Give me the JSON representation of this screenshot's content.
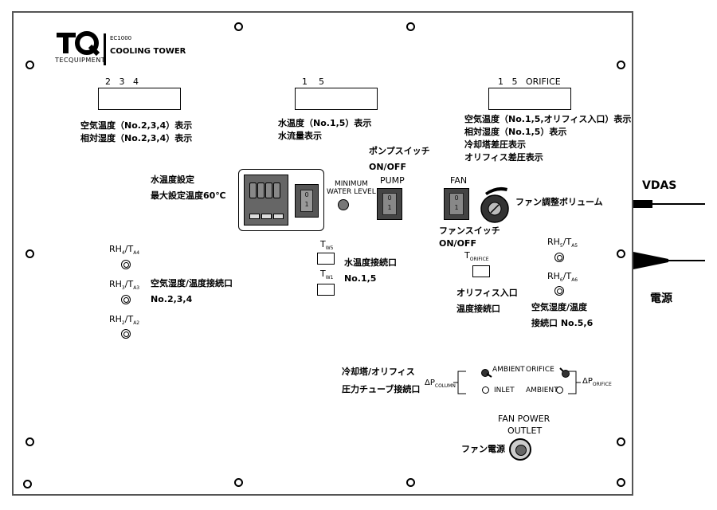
{
  "logo": {
    "brand": "TECQUIPMENT",
    "model": "EC1000",
    "product": "COOLING TOWER"
  },
  "display_left": {
    "numbers": "2   3   4",
    "label_line1": "空気温度（No.2,3,4）表示",
    "label_line2": "相対湿度（No.2,3,4）表示"
  },
  "display_mid": {
    "numbers": "1    5",
    "label_line1": "水温度（No.1,5）表示",
    "label_line2": "水流量表示"
  },
  "display_right": {
    "numbers": "1   5   ORIFICE",
    "label_line1": "空気温度（No.1,5,オリフィス入口）表示",
    "label_line2": "相対湿度（No.1,5）表示",
    "label_line3": "冷却塔差圧表示",
    "label_line4": "オリフィス差圧表示"
  },
  "heater": {
    "label_line1": "水温度設定",
    "label_line2": "最大設定温度60℃"
  },
  "min_water": {
    "line1": "MINIMUM",
    "line2": "WATER LEVEL"
  },
  "pump": {
    "jp_line1": "ポンプスイッチ",
    "jp_line2": "ON/OFF",
    "en": "PUMP",
    "off": "0",
    "on": "1"
  },
  "fan": {
    "en": "FAN",
    "jp_line1": "ファンスイッチ",
    "jp_line2": "ON/OFF",
    "off": "0",
    "on": "1",
    "volume_label": "ファン調整ボリューム"
  },
  "left_sensors": {
    "s4": "RH4/TA4",
    "s3": "RH3/TA3",
    "s2": "RH2/TA2",
    "label_line1": "空気湿度/温度接続口",
    "label_line2": "No.2,3,4"
  },
  "water_ports": {
    "tw5": "TW5",
    "tw1": "TW1",
    "label_line1": "水温度接続口",
    "label_line2": "No.1,5"
  },
  "orifice_port": {
    "t": "TORIFICE",
    "label_line1": "オリフィス入口",
    "label_line2": "温度接続口"
  },
  "right_sensors": {
    "s5": "RH5/TA5",
    "s6": "RH6/TA6",
    "label_line1": "空気湿度/温度",
    "label_line2": "接続口 No.5,6"
  },
  "pressure": {
    "label_line1": "冷却塔/オリフィス",
    "label_line2": "圧力チューブ接続口",
    "dp_column": "ΔPCOLUMN",
    "dp_orifice": "ΔPORIFICE",
    "ambient": "AMBIENT",
    "orifice": "ORIFICE",
    "inlet": "INLET",
    "ambient2": "AMBIENT"
  },
  "outlet": {
    "line1": "FAN POWER",
    "line2": "OUTLET",
    "jp": "ファン電源"
  },
  "external": {
    "vdas": "VDAS",
    "power": "電源"
  }
}
